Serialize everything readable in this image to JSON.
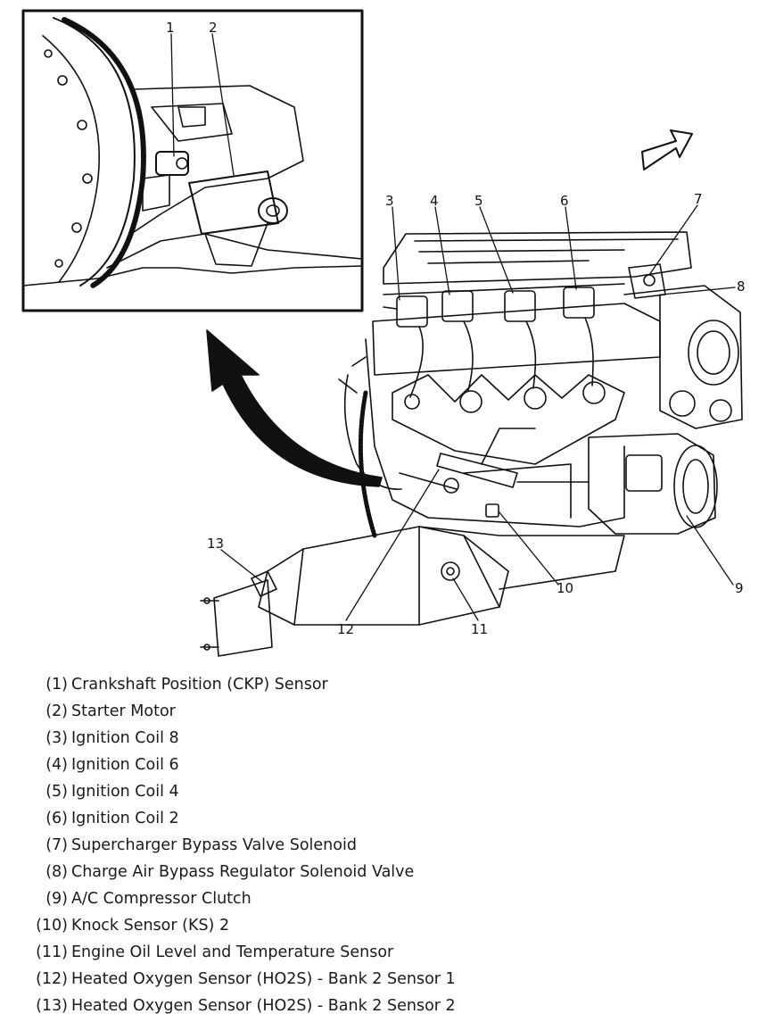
{
  "diagram": {
    "callouts": [
      "1",
      "2",
      "3",
      "4",
      "5",
      "6",
      "7",
      "8",
      "9",
      "10",
      "11",
      "12",
      "13"
    ]
  },
  "legend": [
    {
      "num": "(1)",
      "label": "Crankshaft Position (CKP) Sensor"
    },
    {
      "num": "(2)",
      "label": "Starter Motor"
    },
    {
      "num": "(3)",
      "label": "Ignition Coil 8"
    },
    {
      "num": "(4)",
      "label": "Ignition Coil 6"
    },
    {
      "num": "(5)",
      "label": "Ignition Coil 4"
    },
    {
      "num": "(6)",
      "label": "Ignition Coil 2"
    },
    {
      "num": "(7)",
      "label": "Supercharger Bypass Valve Solenoid"
    },
    {
      "num": "(8)",
      "label": "Charge Air Bypass Regulator Solenoid Valve"
    },
    {
      "num": "(9)",
      "label": "A/C Compressor Clutch"
    },
    {
      "num": "(10)",
      "label": "Knock Sensor (KS) 2"
    },
    {
      "num": "(11)",
      "label": "Engine Oil Level and Temperature Sensor"
    },
    {
      "num": "(12)",
      "label": "Heated Oxygen Sensor (HO2S) - Bank 2 Sensor 1"
    },
    {
      "num": "(13)",
      "label": "Heated Oxygen Sensor (HO2S) - Bank 2 Sensor 2"
    }
  ]
}
